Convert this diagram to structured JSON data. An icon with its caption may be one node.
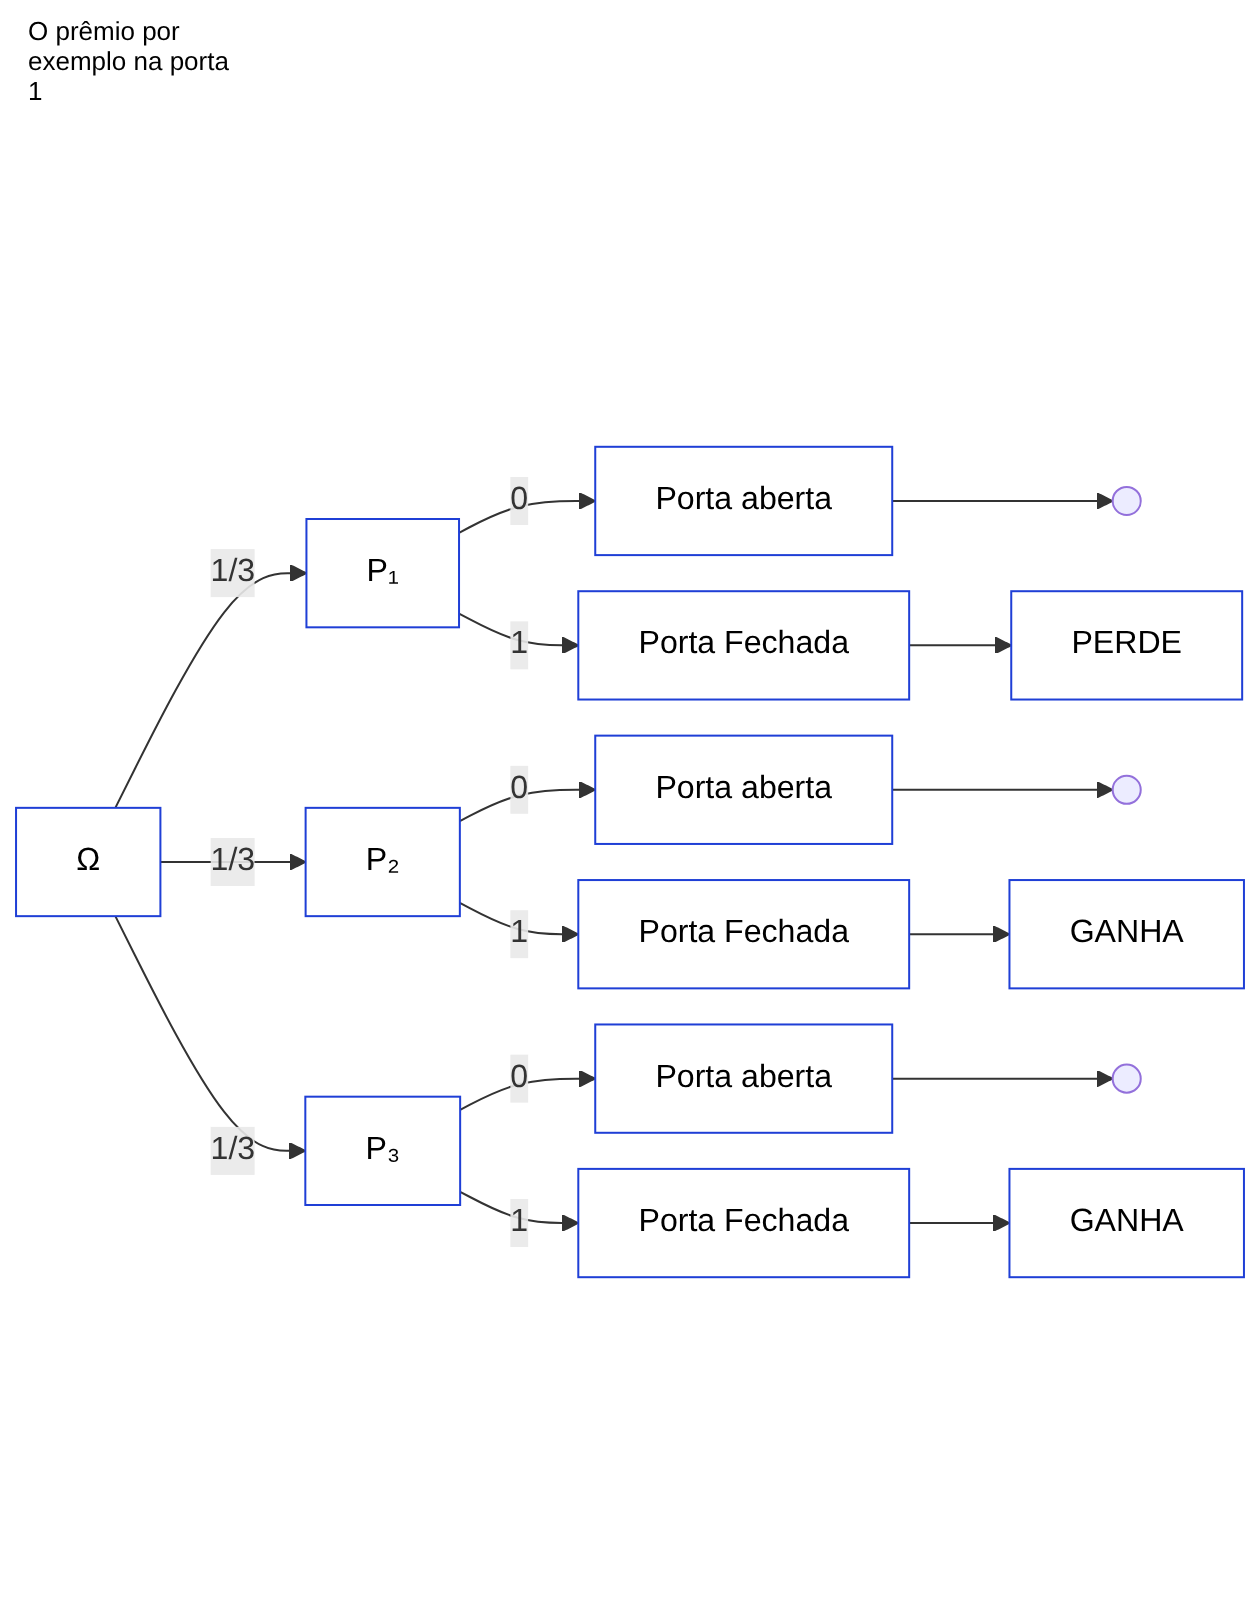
{
  "diagram": {
    "nodes": [
      {
        "text": [
          "Ω"
        ]
      },
      {
        "text": [
          "P₁"
        ]
      },
      {
        "text": [
          "Porta aberta"
        ]
      },
      {
        "text": [],
        "shape": "circle"
      },
      {
        "text": [
          "Porta Fechada"
        ]
      },
      {
        "text": [
          "PERDE"
        ]
      },
      {
        "text": [
          "P₂"
        ]
      },
      {
        "text": [
          "Porta aberta"
        ]
      },
      {
        "text": [],
        "shape": "circle"
      },
      {
        "text": [
          "Porta Fechada"
        ]
      },
      {
        "text": [
          "GANHA"
        ]
      },
      {
        "text": [
          "P₃"
        ]
      },
      {
        "text": [
          "Porta aberta"
        ]
      },
      {
        "text": [],
        "shape": "circle"
      },
      {
        "text": [
          "Porta Fechada"
        ]
      },
      {
        "text": [
          "GANHA"
        ]
      }
    ],
    "edges": [
      {
        "from": 0,
        "to": 1,
        "arrow": "to",
        "label": "1/3"
      },
      {
        "from": 1,
        "to": 2,
        "arrow": "to",
        "label": "0"
      },
      {
        "from": 2,
        "to": 3,
        "arrow": "to"
      },
      {
        "from": 1,
        "to": 4,
        "arrow": "to",
        "label": "1"
      },
      {
        "from": 4,
        "to": 5,
        "arrow": "to"
      },
      {
        "from": 0,
        "to": 6,
        "arrow": "to",
        "label": "1/3"
      },
      {
        "from": 6,
        "to": 7,
        "arrow": "to",
        "label": "0"
      },
      {
        "from": 7,
        "to": 8,
        "arrow": "to"
      },
      {
        "from": 6,
        "to": 9,
        "arrow": "to",
        "label": "1"
      },
      {
        "from": 9,
        "to": 10,
        "arrow": "to"
      },
      {
        "from": 0,
        "to": 11,
        "arrow": "to",
        "label": "1/3"
      },
      {
        "from": 11,
        "to": 12,
        "arrow": "to",
        "label": "0"
      },
      {
        "from": 12,
        "to": 13,
        "arrow": "to"
      },
      {
        "from": 11,
        "to": 14,
        "arrow": "to",
        "label": "1"
      },
      {
        "from": 14,
        "to": 15,
        "arrow": "to"
      }
    ],
    "labels": [
      "O prêmio por exemplo na porta 1"
    ]
  }
}
